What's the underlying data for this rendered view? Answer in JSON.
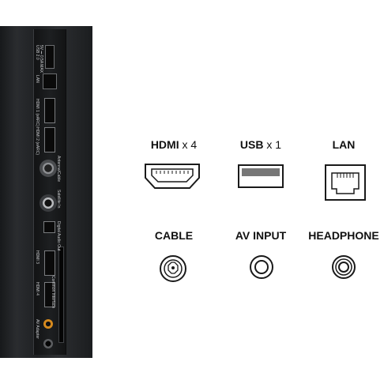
{
  "panel": {
    "labels": [
      "5V ⎓ 0.5A MAX",
      "USB 2.0",
      "LAN",
      "HDMI 1 (eARC)",
      "HDMI 2 (eARC)",
      "Antenna/Cable",
      "Satellite In",
      "Digital Audio Out",
      "HDMI 3",
      "HDMI 4",
      "Common Interface",
      "AV Adapter"
    ]
  },
  "connectors": [
    {
      "label": "HDMI",
      "count": "x 4",
      "icon": "hdmi-port-icon"
    },
    {
      "label": "USB",
      "count": "x 1",
      "icon": "usb-port-icon"
    },
    {
      "label": "LAN",
      "count": "",
      "icon": "lan-port-icon"
    },
    {
      "label": "CABLE",
      "count": "",
      "icon": "coax-port-icon"
    },
    {
      "label": "AV INPUT",
      "count": "",
      "icon": "av-jack-icon"
    },
    {
      "label": "HEADPHONE",
      "count": "",
      "icon": "headphone-jack-icon"
    }
  ]
}
